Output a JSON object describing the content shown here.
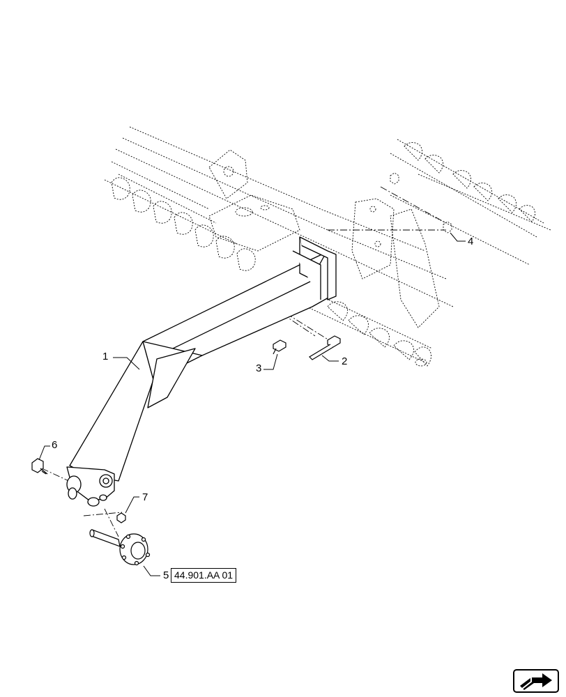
{
  "callouts": {
    "c1": "1",
    "c2": "2",
    "c3": "3",
    "c4": "4",
    "c5": "5",
    "c6": "6",
    "c7": "7"
  },
  "reference": {
    "label": "44.901.AA 01"
  },
  "icons": {
    "navigation": "return-arrow-icon"
  }
}
